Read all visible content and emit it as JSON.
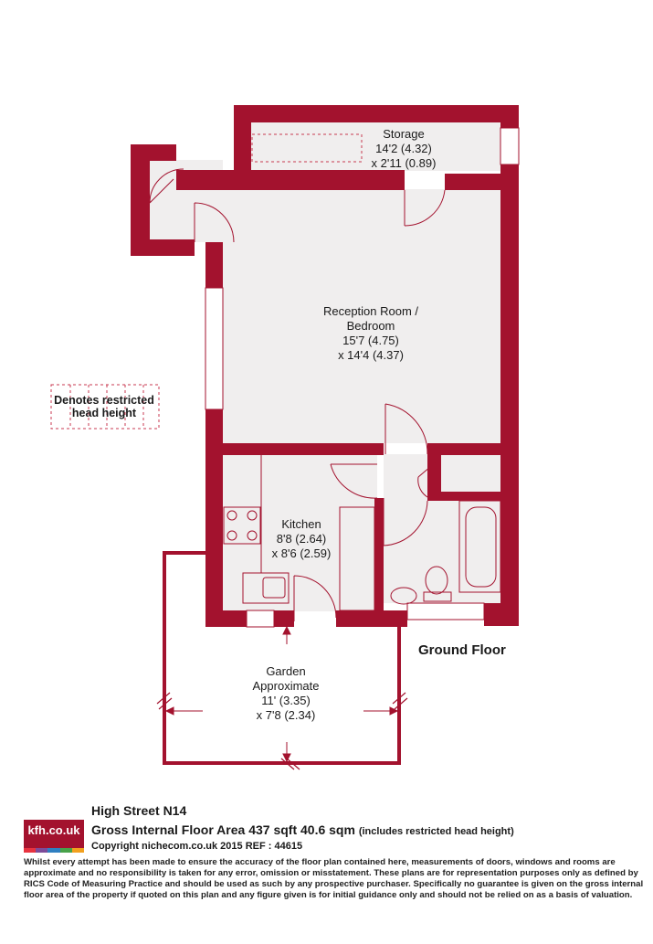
{
  "rooms": {
    "storage": {
      "name": "Storage",
      "dim1": "14'2 (4.32)",
      "dim2": "x 2'11 (0.89)"
    },
    "reception": {
      "name1": "Reception Room /",
      "name2": "Bedroom",
      "dim1": "15'7 (4.75)",
      "dim2": "x 14'4 (4.37)"
    },
    "kitchen": {
      "name": "Kitchen",
      "dim1": "8'8 (2.64)",
      "dim2": "x 8'6 (2.59)"
    },
    "garden": {
      "name1": "Garden",
      "name2": "Approximate",
      "dim1": "11' (3.35)",
      "dim2": "x 7'8 (2.34)"
    }
  },
  "legend": {
    "line1": "Denotes restricted",
    "line2": "head height"
  },
  "floor_name": "Ground Floor",
  "footer": {
    "address": "High Street  N14",
    "area": "Gross Internal Floor Area 437 sqft 40.6 sqm",
    "area_note": "(includes restricted head height)",
    "copyright": "Copyright nichecom.co.uk 2015 REF : 44615",
    "disclaimer": "Whilst every attempt has been made to ensure the accuracy of the floor plan contained here, measurements of doors, windows and rooms are approximate and no responsibility is taken for any error, omission or misstatement.  These plans are for representation purposes only as defined by RICS Code of Measuring Practice and should be used as such by any prospective purchaser.  Specifically no guarantee is given on the gross internal floor area of the property if quoted on this plan and any figure given is for initial guidance only and should not be relied on as a basis of valuation."
  },
  "logo": {
    "text": "kfh.co.uk"
  },
  "colors": {
    "wall": "#a3122e",
    "floor": "#f0eeee",
    "logo_stripes": [
      "#e7323f",
      "#7c4b99",
      "#2f7fc1",
      "#48a24a",
      "#f2a01e"
    ]
  }
}
